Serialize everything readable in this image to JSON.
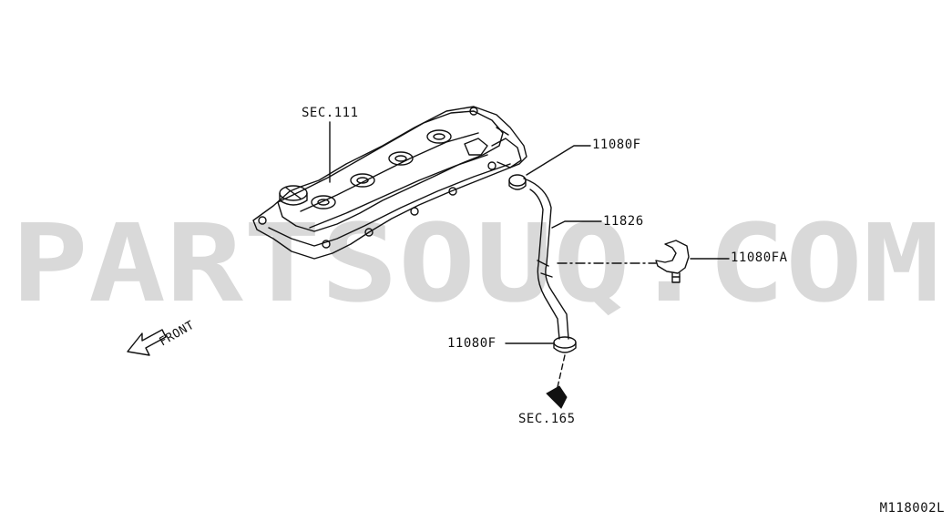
{
  "watermark": {
    "text": "PARTSOUQ.COM",
    "color": "#d9d9d9"
  },
  "labels": {
    "sec111": "SEC.111",
    "part_11080F_top": "11080F",
    "part_11826": "11826",
    "part_11080FA": "11080FA",
    "part_11080F_bottom": "11080F",
    "sec165": "SEC.165",
    "front": "FRONT"
  },
  "diagram_code": "M118002L"
}
